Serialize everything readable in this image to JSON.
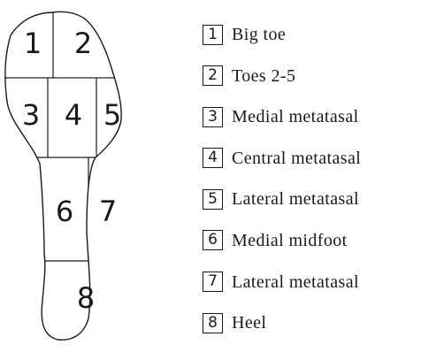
{
  "zones": [
    {
      "number": "1",
      "label": "Big toe"
    },
    {
      "number": "2",
      "label": "Toes 2-5"
    },
    {
      "number": "3",
      "label": "Medial metatasal"
    },
    {
      "number": "4",
      "label": "Central metatasal"
    },
    {
      "number": "5",
      "label": "Lateral metatasal"
    },
    {
      "number": "6",
      "label": "Medial midfoot"
    },
    {
      "number": "7",
      "label": "Lateral metatasal"
    },
    {
      "number": "8",
      "label": "Heel"
    }
  ],
  "colors": {
    "ink": "#1a1a1a",
    "background": "#ffffff"
  }
}
